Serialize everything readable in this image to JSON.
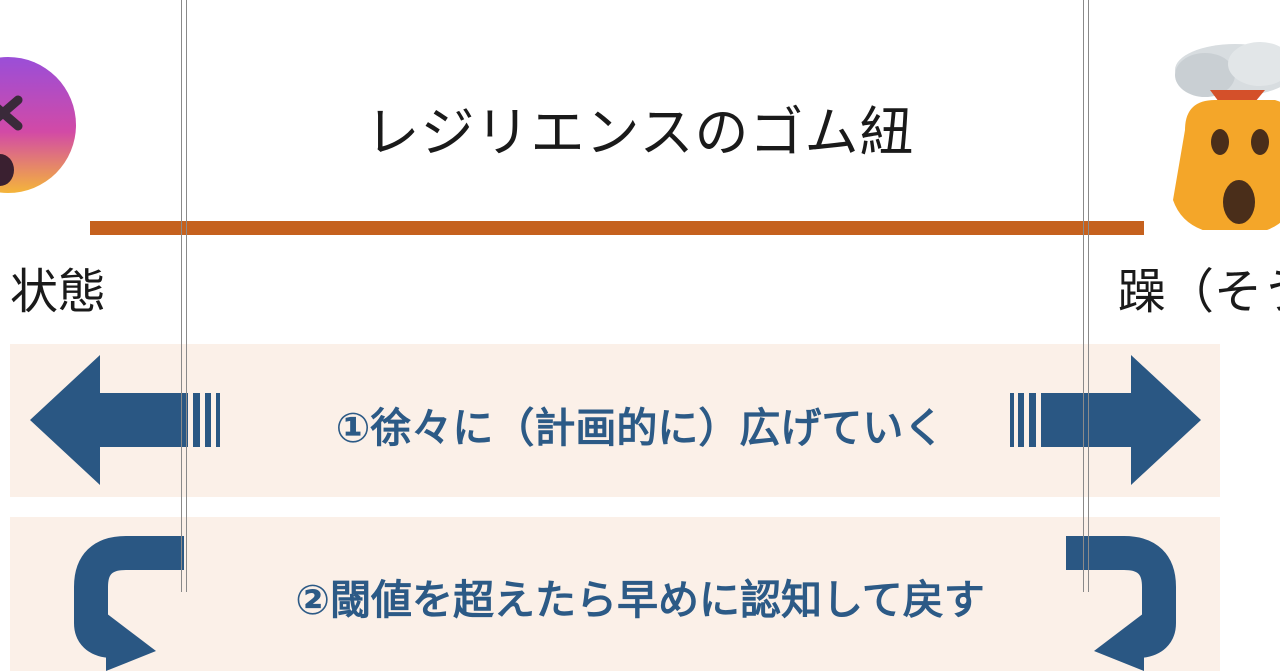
{
  "title": "レジリエンスのゴム紐",
  "left_state": "状態",
  "right_state": "躁（そう",
  "step1": "①徐々に（計画的に）広げていく",
  "step2": "②閾値を超えたら早めに認知して戻す",
  "icons": {
    "left_emoji": "dizzy-face-icon",
    "right_emoji": "exploding-head-icon",
    "left_arrow": "left-arrow-icon",
    "right_arrow": "right-arrow-icon",
    "left_return": "return-arrow-icon",
    "right_return": "return-arrow-icon"
  },
  "colors": {
    "rubber_band": "#c5611e",
    "arrow": "#2a5783",
    "band_bg": "#fbf0e8",
    "step_text": "#2c5a86"
  }
}
